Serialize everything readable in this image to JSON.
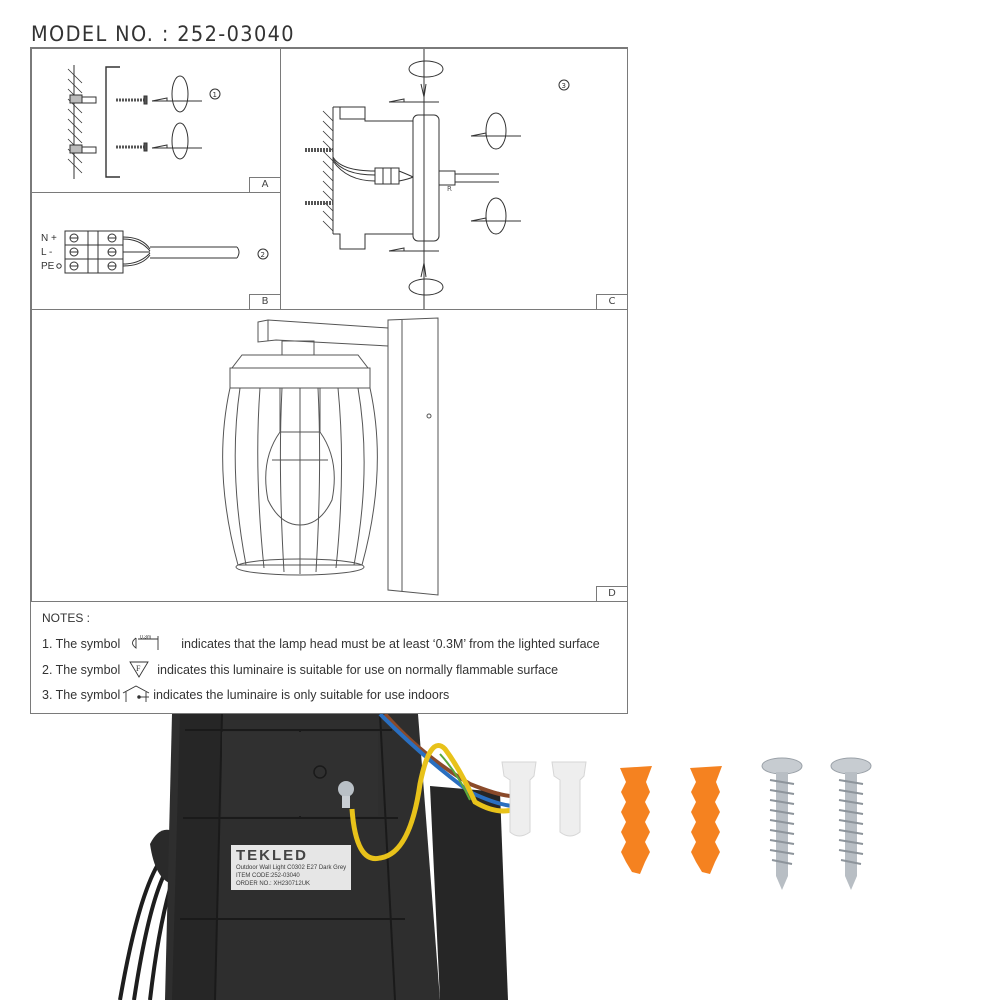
{
  "header": {
    "model_label": "MODEL NO. : 252-03040"
  },
  "panels": [
    {
      "id": "A",
      "label": "A",
      "step": "1",
      "description": "Wall anchors and screws mount bracket"
    },
    {
      "id": "B",
      "label": "B",
      "step": "2",
      "terminal_labels": [
        "N +",
        "L -",
        "PE"
      ]
    },
    {
      "id": "C",
      "label": "C",
      "step": "3",
      "description": "Connect wires and fix lamp body to bracket"
    },
    {
      "id": "D",
      "label": "D",
      "description": "Assembled caged wall lamp"
    }
  ],
  "notes": {
    "title": "NOTES :",
    "items": [
      {
        "prefix": "1. The symbol",
        "symbol": "distance-0.3m-icon",
        "symbol_text": "0.3m",
        "text": "indicates that the lamp head must be at least ‘0.3M’ from the lighted surface"
      },
      {
        "prefix": "2. The symbol",
        "symbol": "flammable-surface-icon",
        "symbol_text": "F",
        "text": "indicates this luminaire is suitable for use on normally flammable surface"
      },
      {
        "prefix": "3. The symbol",
        "symbol": "indoor-house-icon",
        "symbol_text": "",
        "text": "indicates the luminaire is only suitable for use indoors"
      }
    ]
  },
  "product_label": {
    "brand": "TEKLED",
    "line1": "Outdoor Wall Light C0302 E27 Dark Grey",
    "line2": "ITEM CODE:252-03040",
    "line3": "ORDER NO.: XH230712UK"
  },
  "accessories": [
    {
      "name": "wire-connector",
      "count": 2,
      "color": "#f2f2f2"
    },
    {
      "name": "wall-plug",
      "count": 2,
      "color": "#f58220"
    },
    {
      "name": "screw",
      "count": 2,
      "color": "#c8cdd2"
    }
  ],
  "colors": {
    "line": "#7a7a7a",
    "housing": "#2b2b2b",
    "wire_yellow": "#e8c21a",
    "wire_green": "#5aa83a",
    "wire_brown": "#8a4a2a",
    "wire_blue": "#2a6fc0"
  }
}
